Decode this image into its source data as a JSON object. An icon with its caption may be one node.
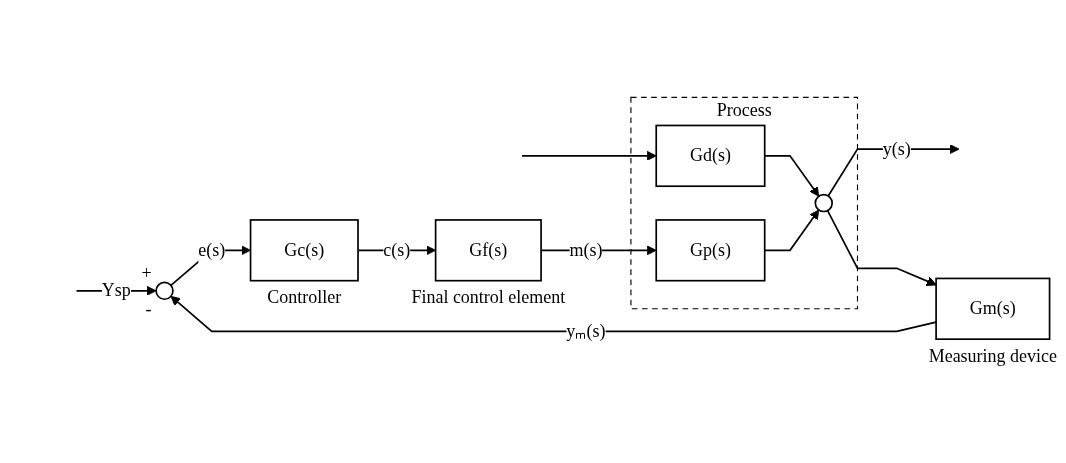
{
  "diagram": {
    "nodes": [
      {
        "text": [],
        "shape": "circle",
        "beside": [
          "+",
          "-"
        ]
      },
      {
        "text": [
          "Gc(s)"
        ],
        "beside": [
          "Controller"
        ]
      },
      {
        "text": [
          "Gf(s)"
        ],
        "beside": [
          "Final control element"
        ]
      },
      {
        "text": [
          "Process"
        ]
      },
      {
        "text": [
          "Gd(s)"
        ],
        "in": 3
      },
      {
        "text": [
          "Gp(s)"
        ],
        "in": 3
      },
      {
        "text": [],
        "shape": "circle",
        "in": 3
      },
      {
        "text": [
          "Gm(s)"
        ],
        "beside": [
          "Measuring device"
        ]
      }
    ],
    "edges": [
      {
        "from": null,
        "to": 0,
        "arrow": "to",
        "label": "Ysp"
      },
      {
        "from": 0,
        "to": 1,
        "arrow": "to",
        "label": "e(s)"
      },
      {
        "from": 1,
        "to": 2,
        "arrow": "to",
        "label": "c(s)"
      },
      {
        "from": 2,
        "to": 5,
        "arrow": "to",
        "label": "m(s)"
      },
      {
        "from": null,
        "to": 4,
        "arrow": "to"
      },
      {
        "from": 4,
        "to": 6,
        "arrow": "to"
      },
      {
        "from": 5,
        "to": 6,
        "arrow": "to"
      },
      {
        "from": 6,
        "to": null,
        "arrow": "to",
        "label": "y(s)"
      },
      {
        "from": 6,
        "to": 7,
        "arrow": "to"
      },
      {
        "from": 7,
        "to": 0,
        "arrow": "to",
        "label": "yₘ(s)"
      }
    ]
  }
}
